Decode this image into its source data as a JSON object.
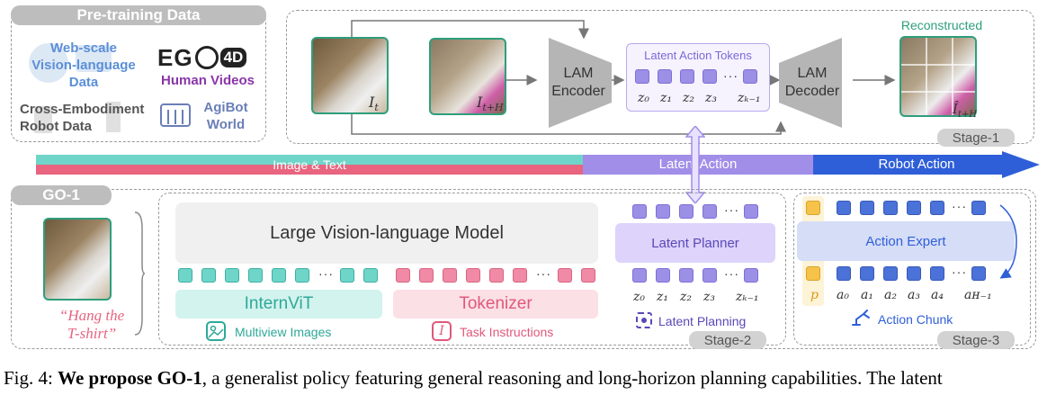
{
  "pretraining": {
    "title": "Pre-training Data",
    "web_scale": "Web-scale\nVision-language\nData",
    "ego_logo_main": "EG",
    "ego_logo_4d": "4D",
    "human_videos": "Human Videos",
    "cross_embodiment": "Cross-Embodiment\nRobot Data",
    "agibot": "AgiBot\nWorld"
  },
  "stage1": {
    "reconstructed": "Reconstructed",
    "lam_encoder": "LAM\nEncoder",
    "lam_decoder": "LAM\nDecoder",
    "latent_tokens_title": "Latent Action Tokens",
    "z_labels": [
      "z₀",
      "z₁",
      "z₂",
      "z₃",
      "zₖ₋₁"
    ],
    "img_t": "I",
    "img_t_sub": "t",
    "img_th": "I",
    "img_th_sub": "t+H",
    "img_hat": "Î",
    "img_hat_sub": "t+H",
    "stage_label": "Stage-1"
  },
  "bar": {
    "image_text": "Image & Text",
    "latent_action": "Latent Action",
    "robot_action": "Robot Action",
    "colors": {
      "teal": "#6fd5c8",
      "pink": "#e8647f",
      "purple": "#a08ee8",
      "blue": "#2f5fd8"
    }
  },
  "go1": {
    "title": "GO-1",
    "quote": "“Hang the\nT-shirt”",
    "lvlm": "Large Vision-language Model",
    "internvit": "InternViT",
    "tokenizer": "Tokenizer",
    "multiview": "Multiview Images",
    "task_instructions": "Task Instructions",
    "latent_planner": "Latent Planner",
    "latent_planning": "Latent Planning",
    "stage2": "Stage-2",
    "z_labels": [
      "z₀",
      "z₁",
      "z₂",
      "z₃",
      "zₖ₋₁"
    ],
    "action_expert": "Action Expert",
    "action_chunk": "Action Chunk",
    "p_label": "p",
    "a_labels": [
      "a₀",
      "a₁",
      "a₂",
      "a₃",
      "a₄",
      "aʜ₋₁"
    ],
    "stage3": "Stage-3",
    "ellipsis": "···"
  },
  "caption": {
    "prefix": "Fig. 4: ",
    "bold": "We propose GO-1",
    "rest": ", a generalist policy featuring general reasoning and long-horizon planning capabilities. The latent"
  }
}
